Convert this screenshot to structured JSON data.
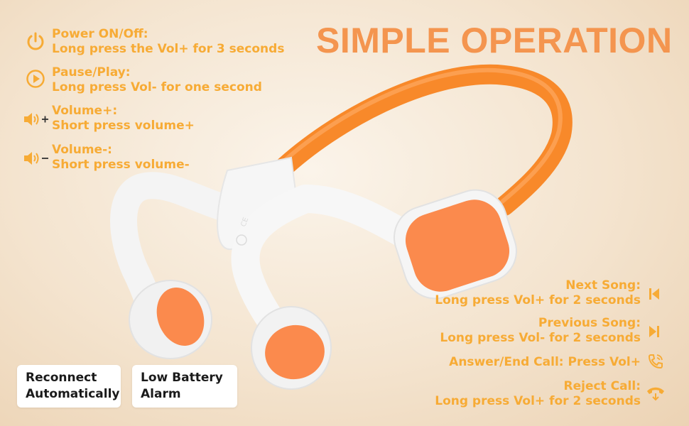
{
  "title": "SIMPLE OPERATION",
  "left_ops": [
    {
      "title": "Power ON/Off:",
      "desc": "Long press the Vol+ for 3 seconds",
      "icon": "power-icon"
    },
    {
      "title": "Pause/Play:",
      "desc": "Long press Vol- for one second",
      "icon": "play-icon"
    },
    {
      "title": "Volume+:",
      "desc": "Short press volume+",
      "icon": "volume-up-icon"
    },
    {
      "title": "Volume-:",
      "desc": "Short press volume-",
      "icon": "volume-down-icon"
    }
  ],
  "right_ops": [
    {
      "title": "Next Song:",
      "desc": "Long press Vol+ for 2 seconds",
      "icon": "next-track-icon"
    },
    {
      "title": "Previous Song:",
      "desc": "Long press Vol- for 2 seconds",
      "icon": "previous-track-icon"
    },
    {
      "title": "Answer/End Call: Press Vol+",
      "icon": "phone-answer-icon"
    },
    {
      "title": "Reject Call:",
      "desc": "Long press Vol+ for 2 seconds",
      "icon": "phone-reject-icon"
    }
  ],
  "badges": [
    {
      "line1": "Reconnect",
      "line2": "Automatically"
    },
    {
      "line1": "Low Battery",
      "line2": "Alarm"
    }
  ],
  "colors": {
    "accent": "#f7ab35",
    "title": "#f4954f",
    "band": "#f8892a",
    "pad": "#fb8a4d"
  }
}
